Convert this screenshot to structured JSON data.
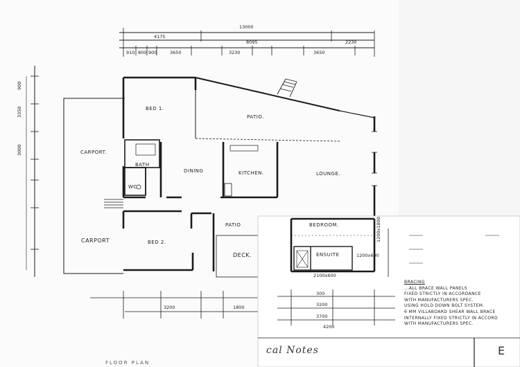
{
  "rooms": {
    "bed1": "BED 1.",
    "patio_top": "PATIO.",
    "carport_upper": "CARPORT.",
    "bath": "BATH",
    "wc": "WC",
    "dining": "DINING",
    "kitchen": "KITCHEN.",
    "lounge": "LOUNGE.",
    "carport_lower": "CARPORT",
    "bed2": "BED 2.",
    "patio_lower": "PATIO",
    "deck": "DECK.",
    "bedroom": "BEDROOM.",
    "ensuite": "ENSUITE"
  },
  "dimensions": {
    "top_total": "13000",
    "top_sub": "8095",
    "top_a": "4175",
    "top_b": "2230",
    "seg1": "910",
    "seg2": "800",
    "seg3": "900",
    "seg4": "3650",
    "seg5": "3230",
    "seg6": "3650",
    "left1": "900",
    "left2": "3350",
    "left3": "3000",
    "win1": "1200x600",
    "win2": "1200x1800",
    "win3": "2100x600",
    "bot1": "300",
    "bot2": "3200",
    "bot3": "3700",
    "bot4": "4200",
    "bot5": "1800",
    "bot6": "3200"
  },
  "notes": {
    "heading": "BRACING",
    "lines": [
      "...ALL BRACE WALL PANELS",
      "FIXED STRICTLY IN ACCORDANCE",
      "WITH MANUFACTURERS SPEC.",
      "USING HOLD DOWN BOLT SYSTEM.",
      "6 mm VILLABOARD SHEAR WALL BRACE",
      "INTERNALLY FIXED STRICTLY IN ACCORD",
      "WITH MANUFACTURERS SPEC."
    ]
  },
  "footer": {
    "title": "cal Notes",
    "sheet": "E",
    "bottom_label": "FLOOR PLAN"
  }
}
